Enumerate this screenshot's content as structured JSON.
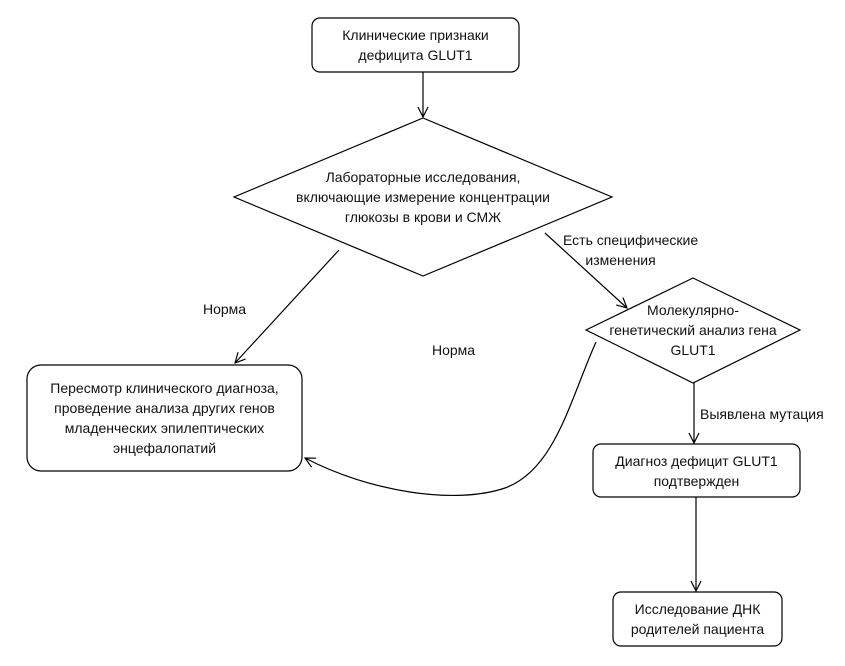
{
  "nodes": {
    "clinical_signs": {
      "lines": [
        "Клинические признаки",
        "дефицита GLUT1"
      ]
    },
    "lab_tests": {
      "lines": [
        "Лабораторные исследования,",
        "включающие измерение концентрации",
        "глюкозы в крови и СМЖ"
      ]
    },
    "molecular_analysis": {
      "lines": [
        "Молекулярно-",
        "генетический анализ гена",
        "GLUT1"
      ]
    },
    "revision": {
      "lines": [
        "Пересмотр клинического диагноза,",
        "проведение анализа других генов",
        "младенческих эпилептических",
        "энцефалопатий"
      ]
    },
    "diagnosis_confirmed": {
      "lines": [
        "Диагноз дефицит GLUT1",
        "подтвержден"
      ]
    },
    "parents_dna": {
      "lines": [
        "Исследование ДНК",
        "родителей пациента"
      ]
    }
  },
  "edge_labels": {
    "specific_changes": [
      "Есть специфические",
      "изменения"
    ],
    "norm_left": "Норма",
    "norm_middle": "Норма",
    "mutation_found": "Выявлена мутация"
  }
}
